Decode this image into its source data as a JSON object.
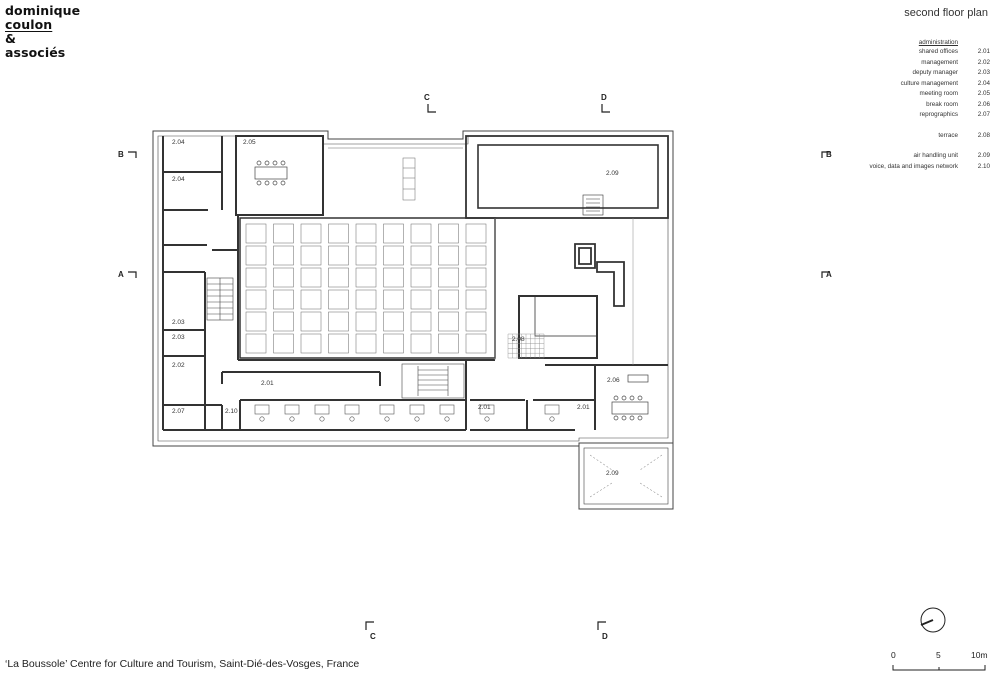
{
  "logo": {
    "line1": "dominique",
    "line2": "coulon",
    "line3": "&",
    "line4": "associés"
  },
  "plan_title": "second floor plan",
  "legend": {
    "header": "administration",
    "items": [
      {
        "label": "shared offices",
        "code": "2.01"
      },
      {
        "label": "management",
        "code": "2.02"
      },
      {
        "label": "deputy manager",
        "code": "2.03"
      },
      {
        "label": "culture management",
        "code": "2.04"
      },
      {
        "label": "meeting room",
        "code": "2.05"
      },
      {
        "label": "break room",
        "code": "2.06"
      },
      {
        "label": "reprographics",
        "code": "2.07"
      }
    ],
    "items2": [
      {
        "label": "terrace",
        "code": "2.08"
      }
    ],
    "items3": [
      {
        "label": "air handling unit",
        "code": "2.09"
      },
      {
        "label": "voice, data and images network",
        "code": "2.10"
      }
    ]
  },
  "section_marks": {
    "b_left": "B",
    "b_right": "B",
    "a_left": "A",
    "a_right": "A",
    "c_top": "C",
    "d_top": "D",
    "c_bottom": "C",
    "d_bottom": "D"
  },
  "rooms": {
    "r204a": "2.04",
    "r205": "2.05",
    "r204b": "2.04",
    "r209a": "2.09",
    "r203a": "2.03",
    "r203b": "2.03",
    "r202": "2.02",
    "r207": "2.07",
    "r210": "2.10",
    "r201a": "2.01",
    "r201b": "2.01",
    "r201c": "2.01",
    "r208": "2.08",
    "r206": "2.06",
    "r209b": "2.09"
  },
  "caption": "‘La Boussole’ Centre for Culture and Tourism, Saint-Dié-des-Vosges, France",
  "scale": {
    "zero": "0",
    "mid": "5",
    "end": "10m"
  }
}
